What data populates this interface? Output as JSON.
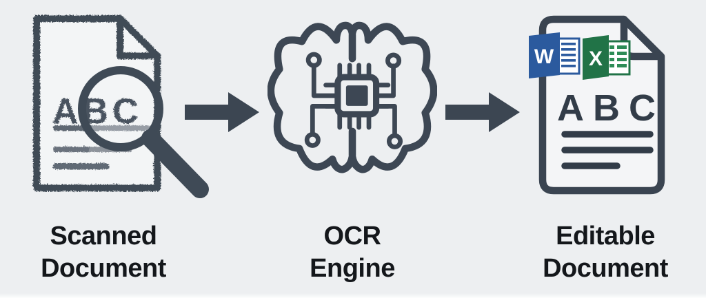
{
  "diagram": {
    "background": "#edeff1",
    "ink_color": "#3d4754",
    "arrow_color": "#3c4652",
    "label_color": "#14171b",
    "steps": [
      {
        "name": "scanned-document",
        "label": [
          "Scanned",
          "Document"
        ],
        "icon": "scanned-document-icon",
        "icon_text": "ABC"
      },
      {
        "name": "ocr-engine",
        "label": [
          "OCR",
          "Engine"
        ],
        "icon": "brain-chip-icon"
      },
      {
        "name": "editable-document",
        "label": [
          "Editable",
          "Document"
        ],
        "icon": "editable-document-icon",
        "icon_text": "ABC",
        "badges": [
          {
            "app": "word",
            "letter": "W",
            "color": "#2b5a9e"
          },
          {
            "app": "excel",
            "letter": "X",
            "color": "#217347"
          }
        ]
      }
    ]
  }
}
